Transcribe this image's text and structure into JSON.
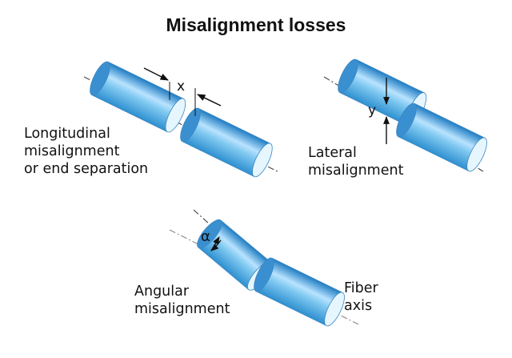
{
  "title": "Misalignment losses",
  "panels": {
    "longitudinal": {
      "label": "Longitudinal\nmisalignment\nor end separation",
      "symbol": "x"
    },
    "lateral": {
      "label": "Lateral\nmisalignment",
      "symbol": "y"
    },
    "angular": {
      "label": "Angular\nmisalignment",
      "symbol": "α"
    },
    "fiber_axis": {
      "label": "Fiber\naxis"
    }
  },
  "colors": {
    "fiber_light": "#dff2ff",
    "fiber_mid": "#7ec9f2",
    "fiber_dark": "#2a86c7",
    "end_face": "#e6f6ff",
    "outline": "#3d87bf",
    "text": "#111111"
  }
}
